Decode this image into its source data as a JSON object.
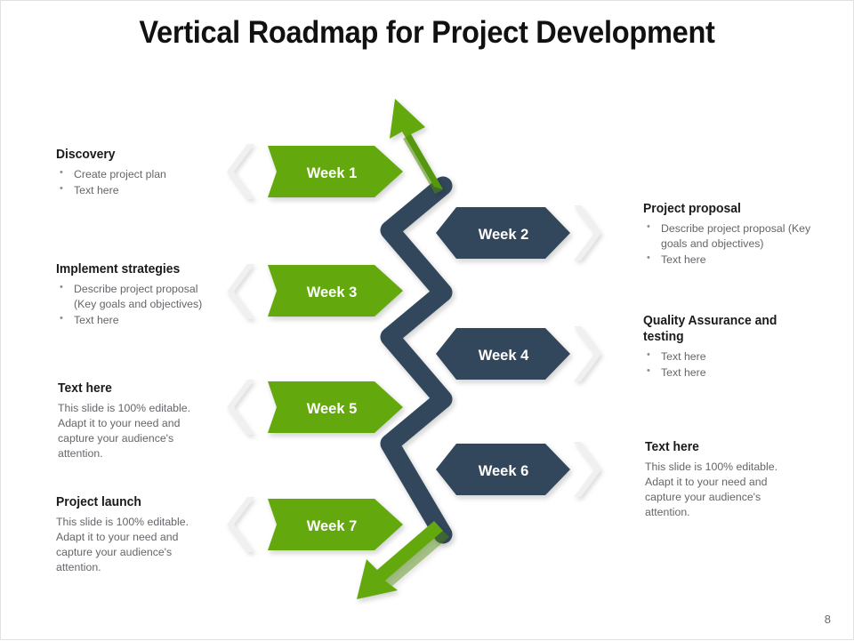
{
  "slide": {
    "title": "Vertical Roadmap for Project Development",
    "page_number": "8"
  },
  "colors": {
    "green": "#63A80A",
    "green_dark": "#4F8A07",
    "navy": "#33475B",
    "navy_dark": "#2B3C4D",
    "chevron_gray": "#EDEDED",
    "chevron_gray_shadow": "#D8D8D8",
    "title": "#111111",
    "body_text": "#63666A"
  },
  "milestones": [
    {
      "label": "Week 1",
      "color": "green",
      "side": "left"
    },
    {
      "label": "Week 2",
      "color": "navy",
      "side": "right"
    },
    {
      "label": "Week 3",
      "color": "green",
      "side": "left"
    },
    {
      "label": "Week 4",
      "color": "navy",
      "side": "right"
    },
    {
      "label": "Week 5",
      "color": "green",
      "side": "left"
    },
    {
      "label": "Week 6",
      "color": "navy",
      "side": "right"
    },
    {
      "label": "Week 7",
      "color": "green",
      "side": "left"
    }
  ],
  "left_blocks": [
    {
      "heading": "Discovery",
      "bullets": [
        "Create project plan",
        "Text here"
      ],
      "paragraph": ""
    },
    {
      "heading": "Implement strategies",
      "bullets": [
        "Describe project proposal (Key goals and objectives)",
        "Text here"
      ],
      "paragraph": ""
    },
    {
      "heading": "Text here",
      "bullets": [],
      "paragraph": "This slide is 100% editable. Adapt it to your need and capture your audience's attention."
    },
    {
      "heading": "Project launch",
      "bullets": [],
      "paragraph": "This slide is 100% editable. Adapt it to your need and capture your audience's attention."
    }
  ],
  "right_blocks": [
    {
      "heading": "Project proposal",
      "bullets": [
        "Describe project proposal (Key goals and objectives)",
        "Text here"
      ],
      "paragraph": ""
    },
    {
      "heading": "Quality Assurance and testing",
      "bullets": [
        "Text here",
        "Text here"
      ],
      "paragraph": ""
    },
    {
      "heading": "Text here",
      "bullets": [],
      "paragraph": "This slide is 100% editable. Adapt it to your need and capture your audience's attention."
    }
  ]
}
